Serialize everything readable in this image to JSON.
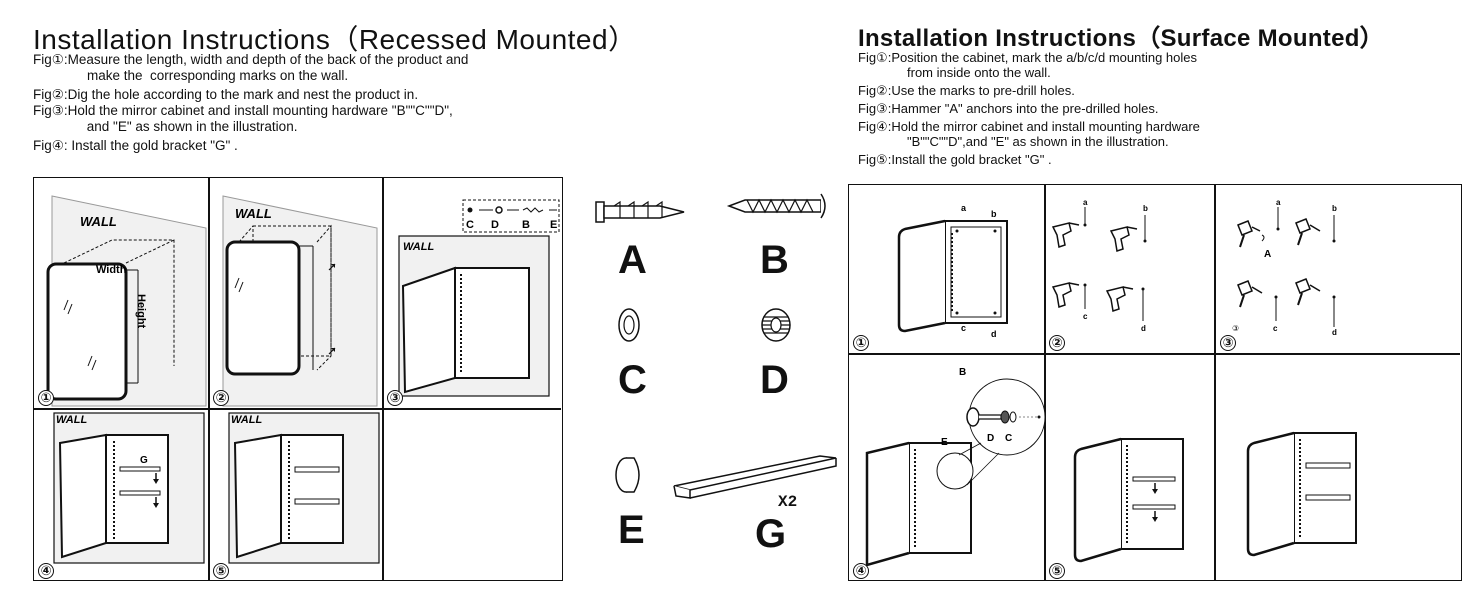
{
  "left": {
    "title": "Installation Instructions（Recessed Mounted）",
    "steps": [
      {
        "label": "Fig①:",
        "lines": [
          "Measure the length, width and depth of the back of the product and",
          "make the  corresponding marks on the wall."
        ]
      },
      {
        "label": "Fig②:",
        "lines": [
          "Dig the hole according to the mark and nest the product in."
        ]
      },
      {
        "label": "Fig③:",
        "lines": [
          "Hold the mirror cabinet and install mounting hardware \"B\"\"C\"\"D\",",
          " and \"E\" as shown in the illustration."
        ]
      },
      {
        "label": "Fig④:",
        "lines": [
          " Install the gold bracket \"G\" ."
        ]
      }
    ],
    "panels": [
      {
        "num": "①",
        "wall": "WALL",
        "width": "Width",
        "height": "Height"
      },
      {
        "num": "②",
        "wall": "WALL"
      },
      {
        "num": "③",
        "wall": "WALL",
        "parts": [
          "C",
          "D",
          "B",
          "E"
        ]
      },
      {
        "num": "④",
        "wall": "WALL",
        "g": "G"
      },
      {
        "num": "⑤",
        "wall": "WALL"
      }
    ]
  },
  "hardware": {
    "items": [
      {
        "letter": "A",
        "icon": "anchor-icon"
      },
      {
        "letter": "B",
        "icon": "screw-icon"
      },
      {
        "letter": "C",
        "icon": "washer-icon"
      },
      {
        "letter": "D",
        "icon": "spring-washer-icon"
      },
      {
        "letter": "E",
        "icon": "cap-icon"
      },
      {
        "letter": "G",
        "icon": "bracket-icon"
      }
    ],
    "g_qty": "X2"
  },
  "right": {
    "title": "Installation Instructions（Surface Mounted）",
    "steps": [
      {
        "label": "Fig①:",
        "lines": [
          "Position the cabinet, mark the a/b/c/d mounting holes",
          "from inside onto the wall."
        ]
      },
      {
        "label": "Fig②:",
        "lines": [
          "Use the marks to pre-drill holes."
        ]
      },
      {
        "label": "Fig③:",
        "lines": [
          "Hammer \"A\" anchors into the pre-drilled holes."
        ]
      },
      {
        "label": "Fig④:",
        "lines": [
          "Hold the mirror cabinet and install mounting hardware",
          "\"B\"\"C\"\"D\",and \"E\" as shown in the illustration."
        ]
      },
      {
        "label": "Fig⑤:",
        "lines": [
          "Install the gold bracket \"G\" ."
        ]
      }
    ],
    "panels": [
      {
        "num": "①",
        "marks": [
          "a",
          "b",
          "c",
          "d"
        ]
      },
      {
        "num": "②",
        "marks": [
          "a",
          "b",
          "c",
          "d"
        ]
      },
      {
        "num": "③",
        "marks": [
          "a",
          "b",
          "c",
          "d"
        ],
        "anchor": "A",
        "small": "③"
      },
      {
        "num": "④",
        "parts": [
          "B",
          "E",
          "D",
          "C"
        ]
      },
      {
        "num": "⑤"
      },
      {
        "num": ""
      }
    ]
  }
}
